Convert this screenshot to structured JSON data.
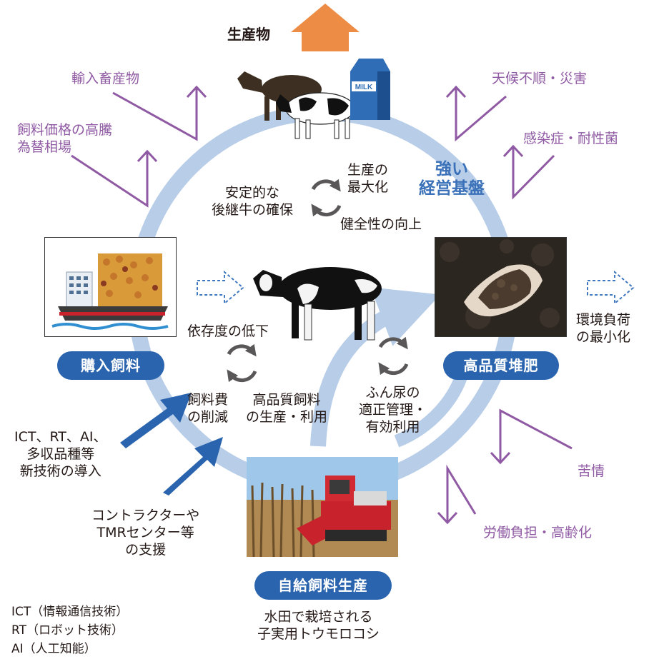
{
  "top": {
    "output_label": "生産物"
  },
  "milk_icon": {
    "label": "MILK"
  },
  "risks_left": [
    {
      "text": "輸入畜産物"
    },
    {
      "text": "飼料価格の高騰\n為替相場"
    }
  ],
  "risks_right": [
    {
      "text": "天候不順・災害"
    },
    {
      "text": "感染症・耐性菌"
    }
  ],
  "risks_bottom_right": [
    {
      "text": "苦情"
    },
    {
      "text": "労働負担・高齢化"
    }
  ],
  "center_badge": "強い\n経営基盤",
  "cycles": {
    "top": {
      "left": "安定的な\n後継牛の確保",
      "right": "生産の\n最大化",
      "bottom": "健全性の向上"
    },
    "left": {
      "top": "依存度の低下",
      "left": "飼料費\nの削減",
      "right": "高品質飼料\nの生産・利用"
    },
    "right": {
      "bottom": "ふん尿の\n適正管理・\n有効利用"
    }
  },
  "nodes": {
    "purchased_feed": "購入飼料",
    "compost": "高品質堆肥",
    "self_feed": "自給飼料生産"
  },
  "compost_outcome": "環境負荷\nの最小化",
  "support": {
    "tech": "ICT、RT、AI、\n多収品種等\n新技術の導入",
    "contractor": "コントラクターや\nTMRセンター等\nの支援"
  },
  "self_feed_caption": "水田で栽培される\n子実用トウモロコシ",
  "glossary": [
    "ICT（情報通信技術）",
    "RT（ロボット技術）",
    "AI（人工知能）"
  ],
  "colors": {
    "ring": "#b7cde8",
    "node": "#2b64ae",
    "risk": "#8f5aa3",
    "support_arrow": "#2b64ae",
    "output_arrow": "#ed8c45",
    "cycle_icon": "#595757"
  }
}
